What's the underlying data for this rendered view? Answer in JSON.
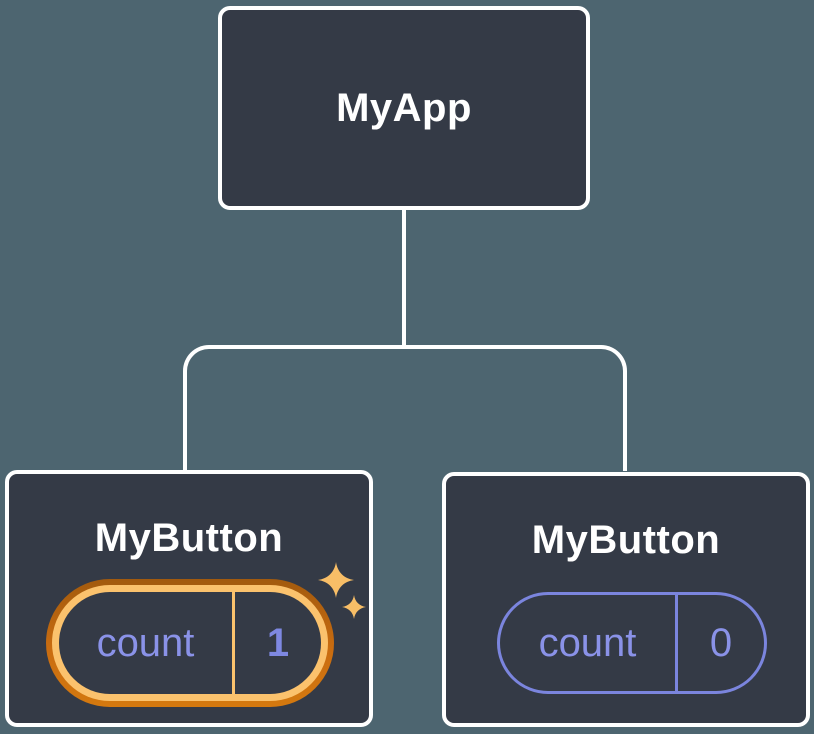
{
  "tree": {
    "root": {
      "label": "MyApp"
    },
    "children": [
      {
        "label": "MyButton",
        "state": {
          "key": "count",
          "value": "1"
        },
        "highlighted": true
      },
      {
        "label": "MyButton",
        "state": {
          "key": "count",
          "value": "0"
        },
        "highlighted": false
      }
    ]
  },
  "colors": {
    "background": "#4D6570",
    "node_fill": "#343A46",
    "node_border": "#FFFFFF",
    "connector": "#FFFFFF",
    "state_text_purple": "#8A92E8",
    "state_border_purple": "#7B85DE",
    "highlight_gold": "#FBC26D",
    "highlight_orange_dark": "#A25A0E",
    "highlight_orange_light": "#D4790F",
    "sparkle_gold": "#F8BE67"
  }
}
